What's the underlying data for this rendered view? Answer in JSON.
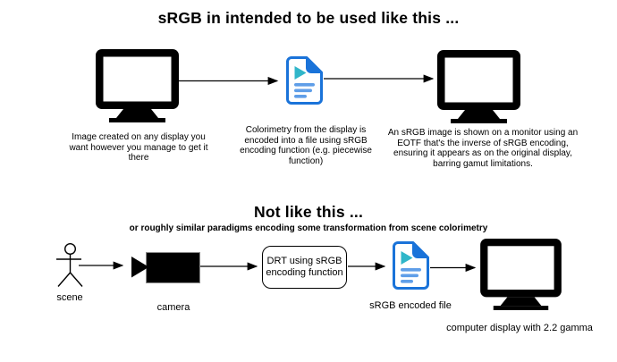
{
  "top_section": {
    "title": "sRGB in intended to be used like this ...",
    "captions": {
      "display1": [
        "Image created on any display  you",
        "want however you manage to get it",
        "there"
      ],
      "file": [
        "Colorimetry from the display is",
        "encoded into a file using sRGB",
        "encoding function (e.g. piecewise",
        "function)"
      ],
      "display2": [
        "An sRGB image is shown on a monitor using an",
        "EOTF that's the inverse of sRGB encoding,",
        "ensuring it appears as on the original display,",
        "barring gamut limitations."
      ]
    }
  },
  "bottom_section": {
    "title": "Not like this ...",
    "subtitle": "or roughly similar paradigms encoding some transformation from scene colorimetry",
    "drt_box": [
      "DRT using sRGB",
      "encoding function"
    ],
    "labels": {
      "scene": "scene",
      "camera": "camera",
      "file": "sRGB encoded file",
      "display": "computer display with 2.2 gamma"
    }
  },
  "icons": {
    "monitor": "monitor-icon",
    "file": "file-document-icon",
    "scene": "stick-figure-icon",
    "camera": "video-camera-icon",
    "arrow": "arrow-right-icon"
  },
  "colors": {
    "diagram_black": "#000000",
    "file_blue": "#1a73d9",
    "file_light_blue": "#5f9ee8",
    "file_teal": "#30b6c9"
  }
}
